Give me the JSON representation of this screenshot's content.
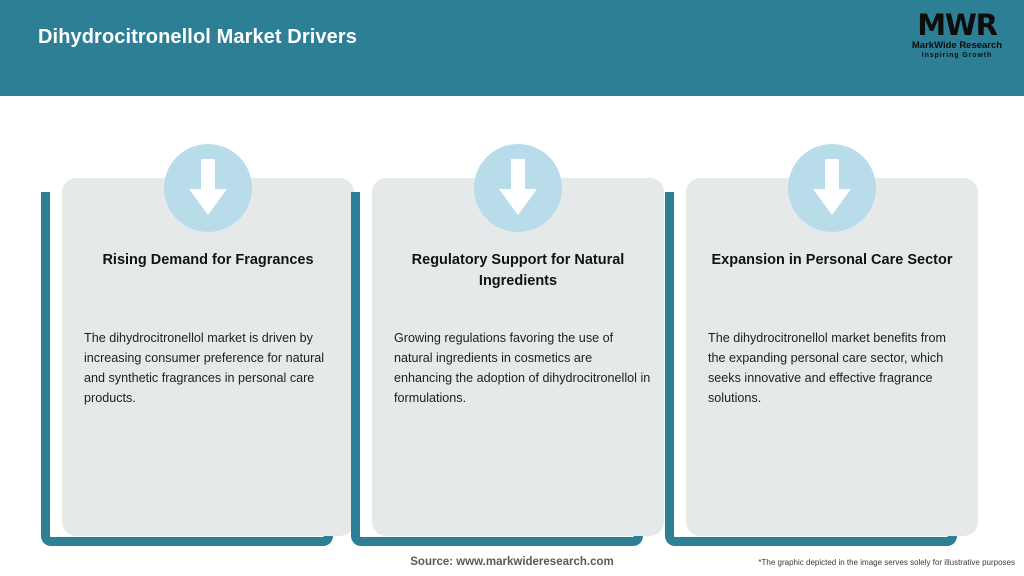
{
  "header": {
    "title": "Dihydrocitronellol Market Drivers",
    "background_color": "#2d7f96",
    "logo": {
      "mark": "MWR",
      "name": "MarkWide Research",
      "tagline": "Inspiring Growth"
    }
  },
  "cards": [
    {
      "icon": "down-arrow-icon",
      "title": "Rising Demand for Fragrances",
      "body": "The dihydrocitronellol market is driven by increasing consumer preference for natural and synthetic fragrances in personal care products."
    },
    {
      "icon": "down-arrow-icon",
      "title": "Regulatory Support for Natural Ingredients",
      "body": "Growing regulations favoring the use of natural ingredients in cosmetics are enhancing the adoption of dihydrocitronellol in formulations."
    },
    {
      "icon": "down-arrow-icon",
      "title": "Expansion in Personal Care Sector",
      "body": "The dihydrocitronellol market benefits from the expanding personal care sector, which seeks innovative and effective fragrance solutions."
    }
  ],
  "footer": {
    "source": "Source: www.markwideresearch.com",
    "disclaimer": "*The graphic depicted in the image serves solely for illustrative purposes"
  },
  "colors": {
    "teal": "#2d7f96",
    "card_gray": "#e6e9ea",
    "icon_blue": "#b8dcea",
    "arrow_white": "#ffffff"
  }
}
